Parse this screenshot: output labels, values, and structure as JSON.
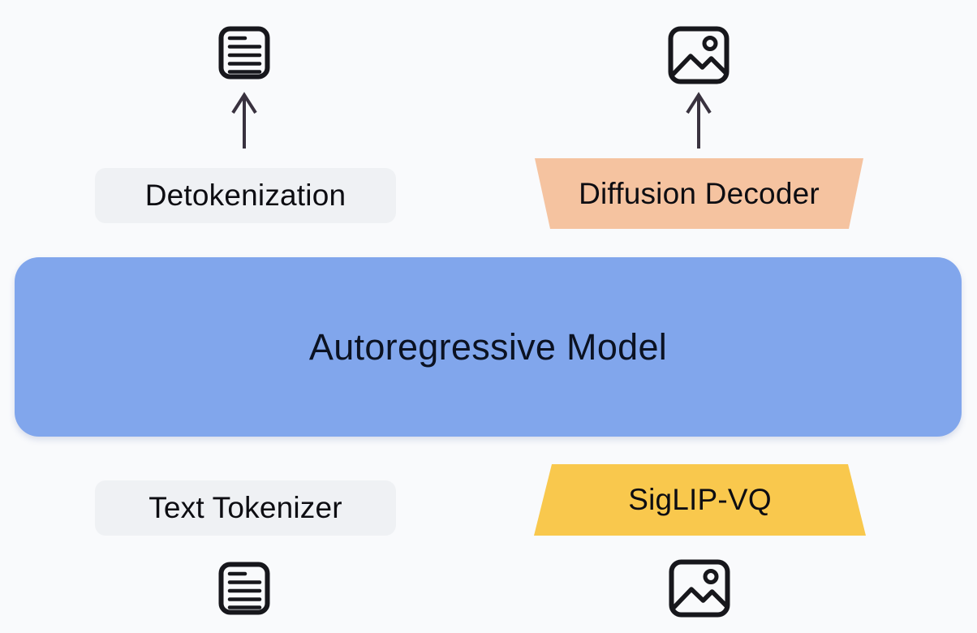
{
  "diagram": {
    "model": {
      "title": "Autoregressive Model"
    },
    "top_left": {
      "icon": "text-document-icon",
      "label": "Detokenization"
    },
    "top_right": {
      "icon": "image-icon",
      "label": "Diffusion Decoder"
    },
    "bottom_left": {
      "icon": "text-document-icon",
      "label": "Text Tokenizer"
    },
    "bottom_right": {
      "icon": "image-icon",
      "label": "SigLIP-VQ"
    },
    "arrows": [
      {
        "name": "up-arrow-text-output",
        "direction": "up"
      },
      {
        "name": "up-arrow-image-output",
        "direction": "up"
      }
    ]
  },
  "colors": {
    "bg": "#f9fafc",
    "blue": "#81a6ec",
    "peach": "#f5c3a0",
    "yellow": "#f9c84d",
    "pill": "#eff1f4",
    "ink": "#0d0d12",
    "title-ink": "#0b1222",
    "icon": "#17171c",
    "arrow": "#39323f"
  }
}
